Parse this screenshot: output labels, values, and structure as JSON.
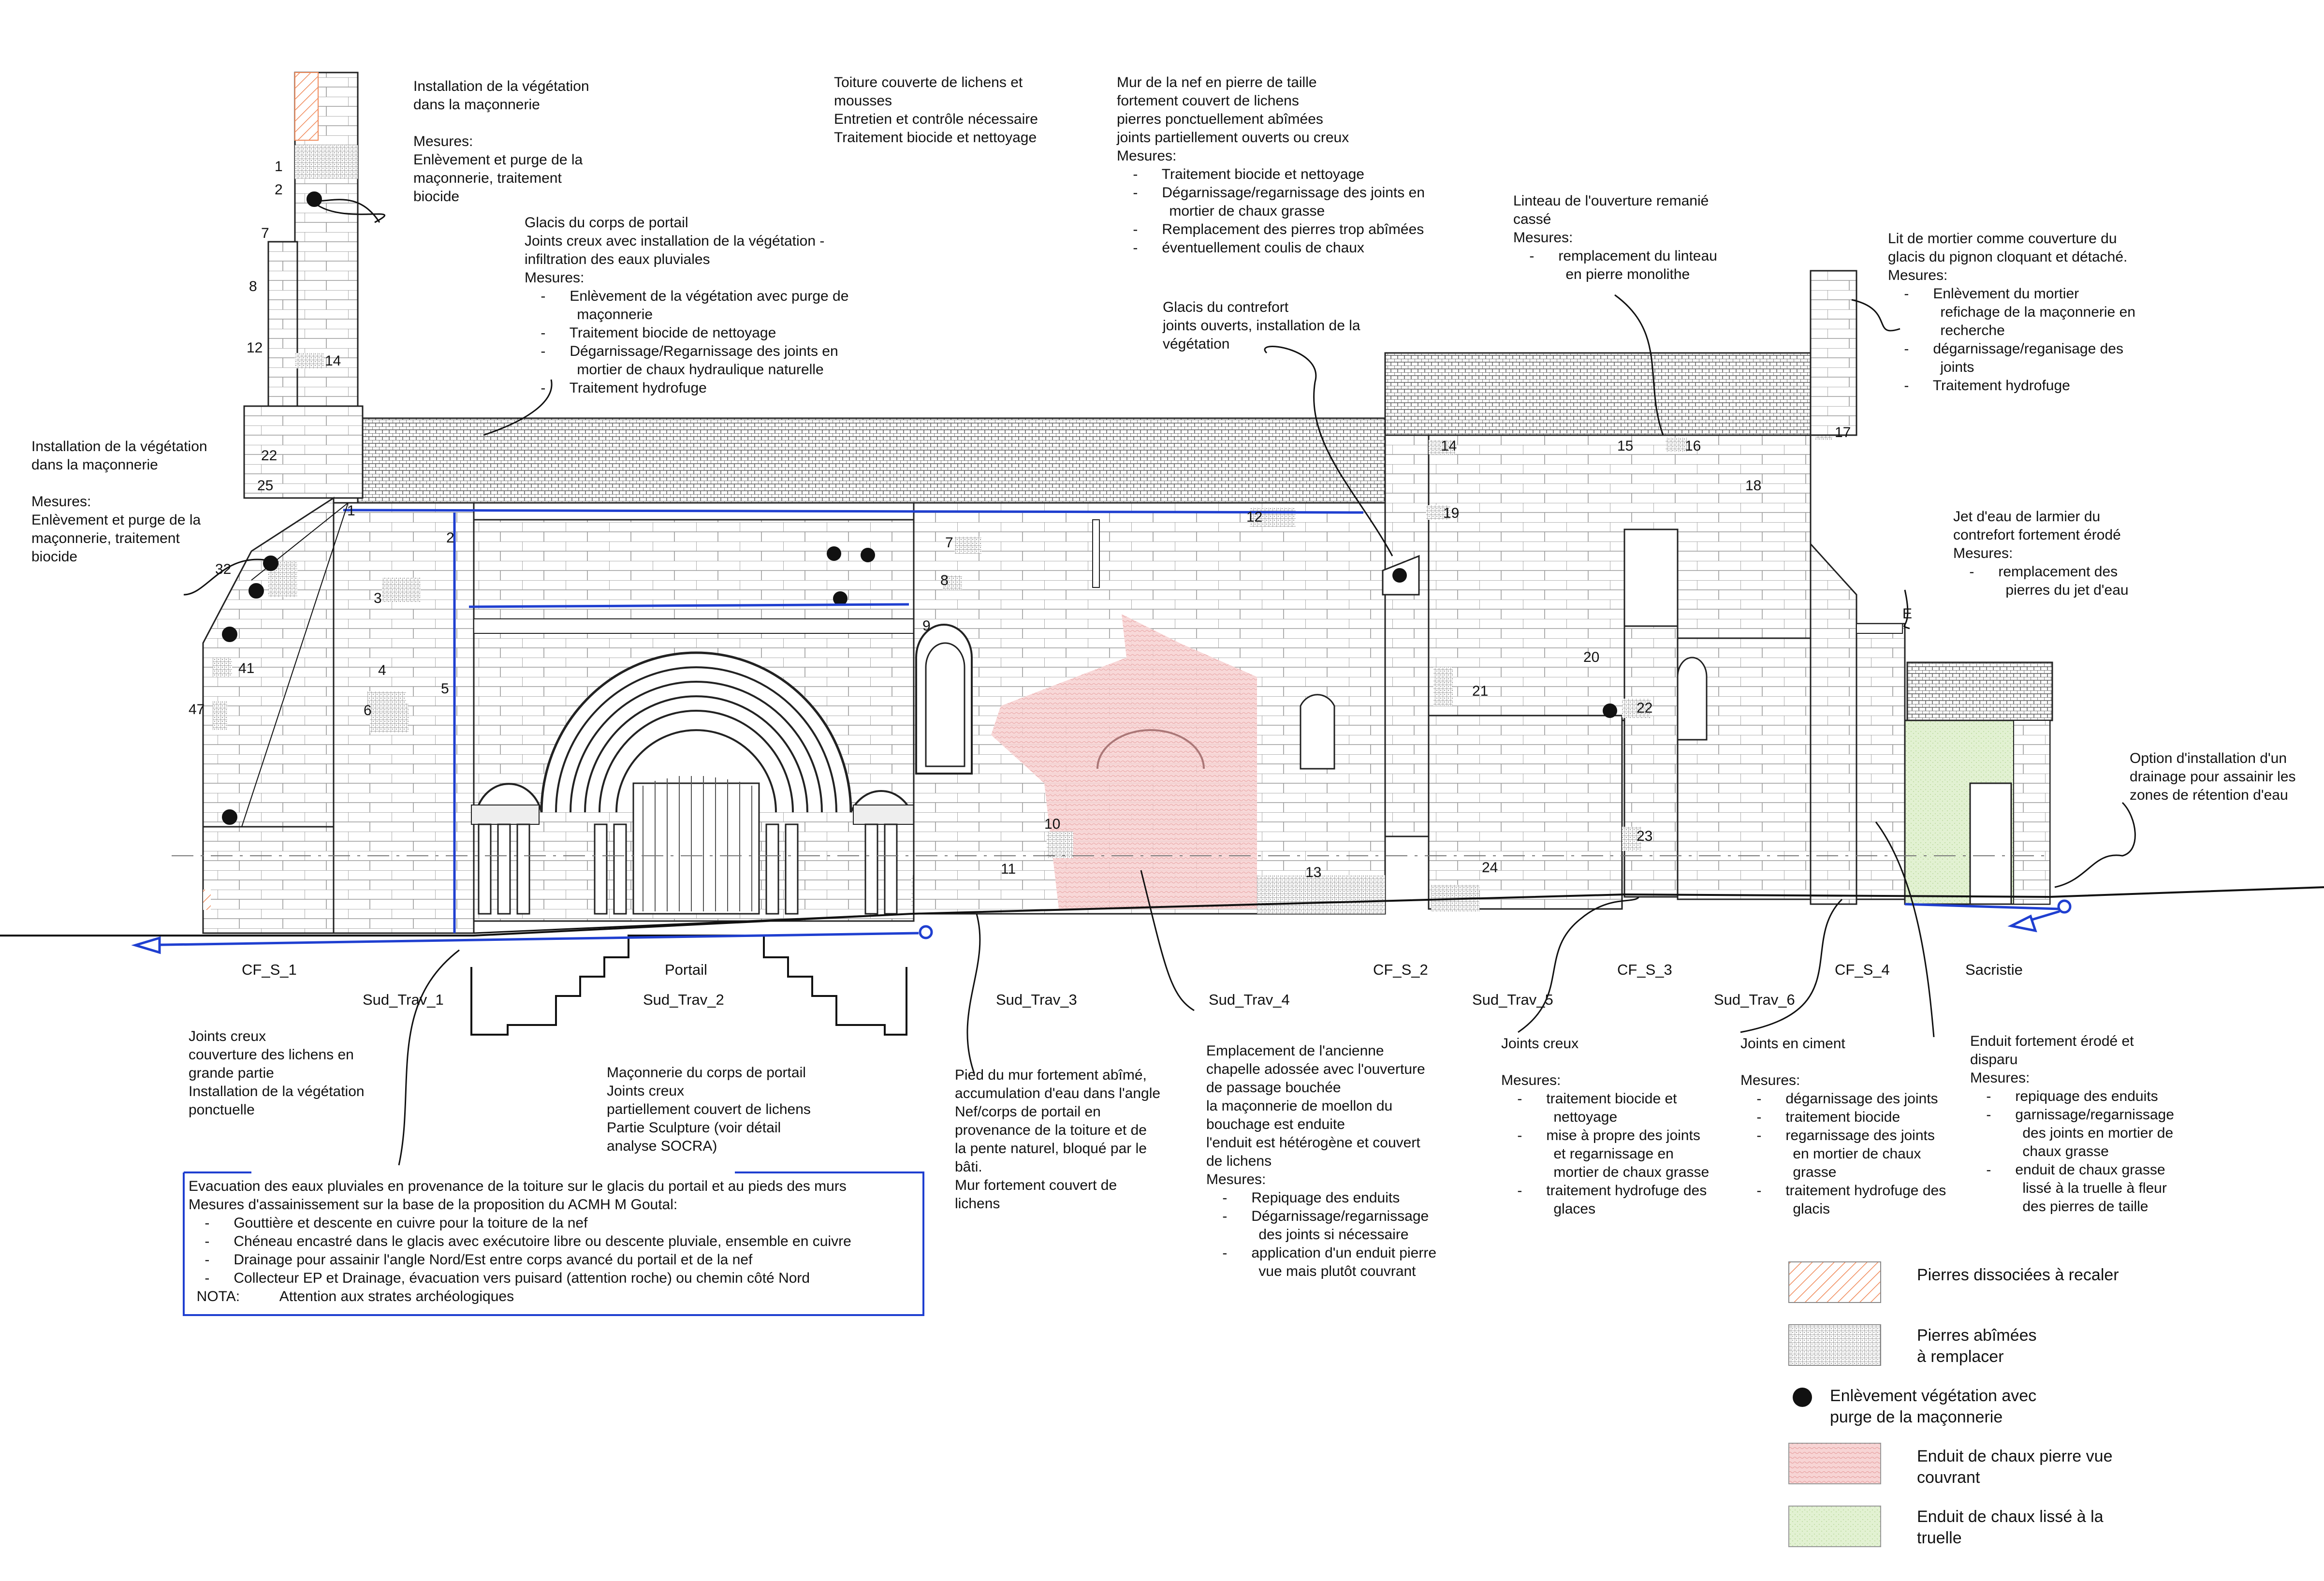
{
  "notes": [
    {
      "id": "chimney-vegetation",
      "lines": [
        "Installation de la végétation",
        "dans la maçonnerie",
        "",
        "Mesures:",
        "Enlèvement et purge de la",
        "maçonnerie, traitement",
        "biocide"
      ]
    },
    {
      "id": "roof-lichens",
      "lines": [
        "Toiture couverte de lichens et",
        "mousses",
        "Entretien et contrôle nécessaire",
        "Traitement biocide et nettoyage"
      ]
    },
    {
      "id": "nave-wall",
      "lines": [
        "Mur de la nef en pierre de taille",
        "fortement couvert de lichens",
        "pierres ponctuellement abîmées",
        "joints partiellement ouverts ou creux",
        "Mesures:",
        "    -      Traitement biocide et nettoyage",
        "    -      Dégarnissage/regarnissage des joints en",
        "             mortier de chaux grasse",
        "    -      Remplacement des pierres trop abîmées",
        "    -      éventuellement coulis de chaux"
      ]
    },
    {
      "id": "portal-glacis",
      "lines": [
        "Glacis du corps de portail",
        "Joints creux avec installation de la végétation -",
        "infiltration des eaux pluviales",
        "Mesures:",
        "    -      Enlèvement de la végétation avec purge de",
        "             maçonnerie",
        "    -      Traitement biocide de nettoyage",
        "    -      Dégarnissage/Regarnissage des joints en",
        "             mortier de chaux hydraulique naturelle",
        "    -      Traitement hydrofuge"
      ]
    },
    {
      "id": "lintel",
      "lines": [
        "Linteau de l'ouverture remanié",
        "cassé",
        "Mesures:",
        "    -      remplacement du linteau",
        "             en pierre monolithe"
      ]
    },
    {
      "id": "buttress-glacis",
      "lines": [
        "Glacis du contrefort",
        "joints ouverts, installation de la",
        "végétation"
      ]
    },
    {
      "id": "mortar-bed",
      "lines": [
        "Lit de mortier comme couverture du",
        "glacis du pignon cloquant et détaché.",
        "Mesures:",
        "    -      Enlèvement du mortier",
        "             refichage de la maçonnerie en",
        "             recherche",
        "    -      dégarnissage/reganisage des",
        "             joints",
        "    -      Traitement hydrofuge"
      ]
    },
    {
      "id": "left-vegetation",
      "lines": [
        "Installation de la végétation",
        "dans la maçonnerie",
        "",
        "Mesures:",
        "Enlèvement et purge de la",
        "maçonnerie, traitement",
        "biocide"
      ]
    },
    {
      "id": "drip-jet",
      "lines": [
        "Jet d'eau de larmier du",
        "contrefort fortement érodé",
        "Mesures:",
        "    -      remplacement des",
        "             pierres du jet d'eau"
      ]
    },
    {
      "id": "drainage-option",
      "lines": [
        "Option d'installation d'un",
        "drainage pour assainir les",
        "zones de rétention d'eau"
      ]
    },
    {
      "id": "hollow-joints-lichens",
      "lines": [
        "Joints creux",
        "couverture des lichens en",
        "grande partie",
        "Installation de la végétation",
        "ponctuelle"
      ]
    },
    {
      "id": "portal-masonry",
      "lines": [
        "Maçonnerie du corps de portail",
        "Joints creux",
        "partiellement couvert de lichens",
        "Partie Sculpture (voir détail",
        "analyse SOCRA)"
      ]
    },
    {
      "id": "wall-foot",
      "lines": [
        "Pied du mur fortement abîmé,",
        "accumulation d'eau dans l'angle",
        "Nef/corps de portail en",
        "provenance de la toiture et de",
        "la pente naturel, bloqué par le",
        "bâti.",
        "Mur fortement couvert de",
        "lichens"
      ]
    },
    {
      "id": "former-chapel",
      "lines": [
        "Emplacement de l'ancienne",
        "chapelle adossée avec l'ouverture",
        "de passage bouchée",
        "la maçonnerie de moellon du",
        "bouchage est enduite",
        "l'enduit est hétérogène et couvert",
        "de lichens",
        "Mesures:",
        "    -      Repiquage des enduits",
        "    -      Dégarnissage/regarnissage",
        "             des joints si nécessaire",
        "    -      application d'un enduit pierre",
        "             vue mais plutôt couvrant"
      ]
    },
    {
      "id": "hollow-joints-5",
      "lines": [
        "Joints creux",
        "",
        "Mesures:",
        "    -      traitement biocide et",
        "             nettoyage",
        "    -      mise à propre des joints",
        "             et regarnissage en",
        "             mortier de chaux grasse",
        "    -      traitement hydrofuge des",
        "             glaces"
      ]
    },
    {
      "id": "cement-joints",
      "lines": [
        "Joints en ciment",
        "",
        "Mesures:",
        "    -      dégarnissage des joints",
        "    -      traitement biocide",
        "    -      regarnissage des joints",
        "             en mortier de chaux",
        "             grasse",
        "    -      traitement hydrofuge des",
        "             glacis"
      ]
    },
    {
      "id": "eroded-render",
      "lines": [
        "Enduit fortement érodé et",
        "disparu",
        "Mesures:",
        "    -      repiquage des enduits",
        "    -      garnissage/regarnissage",
        "             des joints en mortier de",
        "             chaux grasse",
        "    -      enduit de chaux grasse",
        "             lissé à la truelle à fleur",
        "             des pierres de taille"
      ]
    },
    {
      "id": "drainage-box",
      "lines": [
        "Evacuation des eaux pluviales en provenance de la toiture sur le glacis du portail et au pieds des murs",
        "Mesures d'assainissement sur la base de la proposition du ACMH M Goutal:",
        "    -      Gouttière et descente en cuivre pour la toiture de la nef",
        "    -      Chéneau encastré dans le glacis avec exécutoire libre ou descente pluviale, ensemble en cuivre",
        "    -      Drainage pour assainir l'angle Nord/Est entre corps avancé du portail et de la nef",
        "    -      Collecteur EP et Drainage, évacuation vers puisard (attention roche) ou chemin côté Nord",
        "  NOTA:          Attention aux strates archéologiques"
      ]
    }
  ],
  "bay_labels": [
    "CF_S_1",
    "Sud_Trav_1",
    "Portail",
    "Sud_Trav_2",
    "Sud_Trav_3",
    "Sud_Trav_4",
    "CF_S_2",
    "Sud_Trav_5",
    "CF_S_3",
    "Sud_Trav_6",
    "CF_S_4",
    "Sacristie"
  ],
  "markers": [
    "1",
    "2",
    "7",
    "8",
    "12",
    "14",
    "22",
    "25",
    "1",
    "2",
    "32",
    "3",
    "41",
    "4",
    "5",
    "47",
    "6",
    "7",
    "8",
    "9",
    "10",
    "11",
    "12",
    "13",
    "14",
    "15",
    "16",
    "17",
    "18",
    "19",
    "20",
    "21",
    "22",
    "23",
    "24",
    "E"
  ],
  "legend": [
    {
      "label": "Pierres dissociées à recaler",
      "kind": "hatch-orange"
    },
    {
      "label": "Pierres abîmées\nà remplacer",
      "kind": "grid-gray"
    },
    {
      "label": "Enlèvement végétation avec\npurge de la maçonnerie",
      "kind": "dot"
    },
    {
      "label": "Enduit de chaux pierre vue\ncouvrant",
      "kind": "pink"
    },
    {
      "label": "Enduit de chaux lissé à la\ntruelle",
      "kind": "green"
    }
  ],
  "colors": {
    "line": "#1a1a1a",
    "blue": "#1f3fd0",
    "pink_fill": "#f3c6c6",
    "green_fill": "#d8ecc4",
    "orange_hatch": "#f08a5a",
    "gray_grid": "#8c8c8c"
  }
}
